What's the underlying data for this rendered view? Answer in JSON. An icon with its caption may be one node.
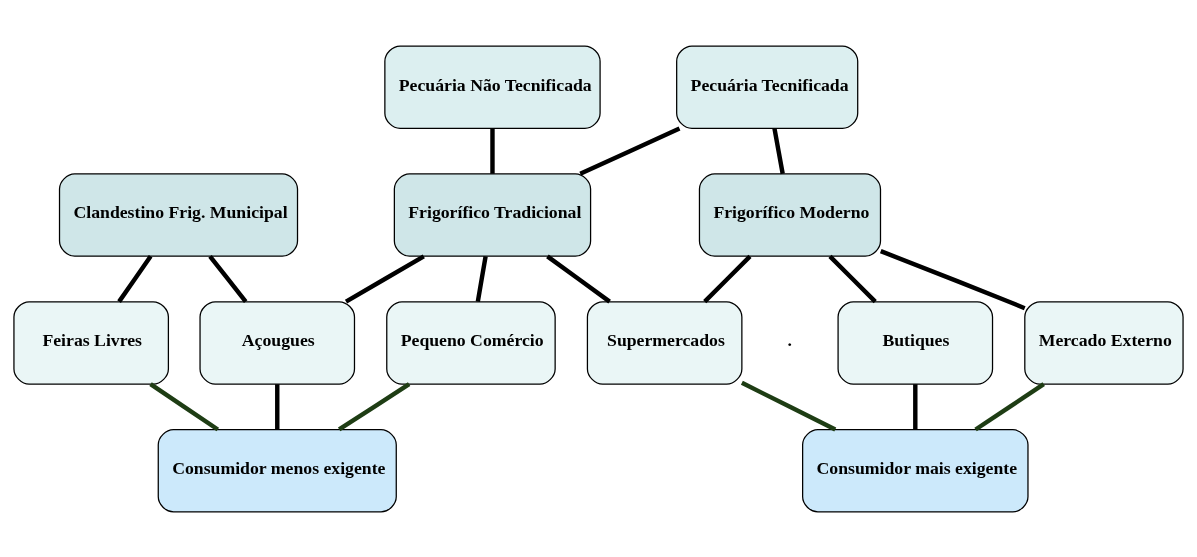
{
  "diagram": {
    "nodes": [
      {
        "text": [
          "Pecuária Tecnificada"
        ]
      },
      {
        "text": [
          "Pecuária Não Tecnificada"
        ]
      },
      {
        "text": [
          "Clandestino Frig. Municipal"
        ]
      },
      {
        "text": [
          "Frigorífico Tradicional"
        ]
      },
      {
        "text": [
          "Frigorífico Moderno"
        ]
      },
      {
        "text": [
          "Feiras Livres"
        ]
      },
      {
        "text": [
          "Açougues"
        ]
      },
      {
        "text": [
          "Pequeno Comércio"
        ]
      },
      {
        "text": [
          "Supermercados"
        ]
      },
      {
        "text": [
          "Butiques"
        ]
      },
      {
        "text": [
          "Mercado Externo"
        ]
      },
      {
        "text": [
          "Consumidor menos exigente"
        ]
      },
      {
        "text": [
          "Consumidor mais exigente"
        ]
      }
    ],
    "edges": [
      {
        "from": 0,
        "to": 3,
        "arrow": "none"
      },
      {
        "from": 0,
        "to": 4,
        "arrow": "none"
      },
      {
        "from": 1,
        "to": 3,
        "arrow": "none"
      },
      {
        "from": 2,
        "to": 5,
        "arrow": "none"
      },
      {
        "from": 2,
        "to": 6,
        "arrow": "none"
      },
      {
        "from": 3,
        "to": 6,
        "arrow": "none"
      },
      {
        "from": 3,
        "to": 7,
        "arrow": "none"
      },
      {
        "from": 3,
        "to": 8,
        "arrow": "none"
      },
      {
        "from": 4,
        "to": 8,
        "arrow": "none"
      },
      {
        "from": 4,
        "to": 9,
        "arrow": "none"
      },
      {
        "from": 4,
        "to": 10,
        "arrow": "none"
      },
      {
        "from": 5,
        "to": 11,
        "arrow": "none",
        "color": "#1e3d14"
      },
      {
        "from": 6,
        "to": 11,
        "arrow": "none"
      },
      {
        "from": 7,
        "to": 11,
        "arrow": "none",
        "color": "#1e3d14"
      },
      {
        "from": 8,
        "to": 12,
        "arrow": "none",
        "color": "#1e3d14"
      },
      {
        "from": 9,
        "to": 12,
        "arrow": "none"
      },
      {
        "from": 10,
        "to": 12,
        "arrow": "none",
        "color": "#1e3d14"
      }
    ],
    "labels": [
      "."
    ]
  }
}
